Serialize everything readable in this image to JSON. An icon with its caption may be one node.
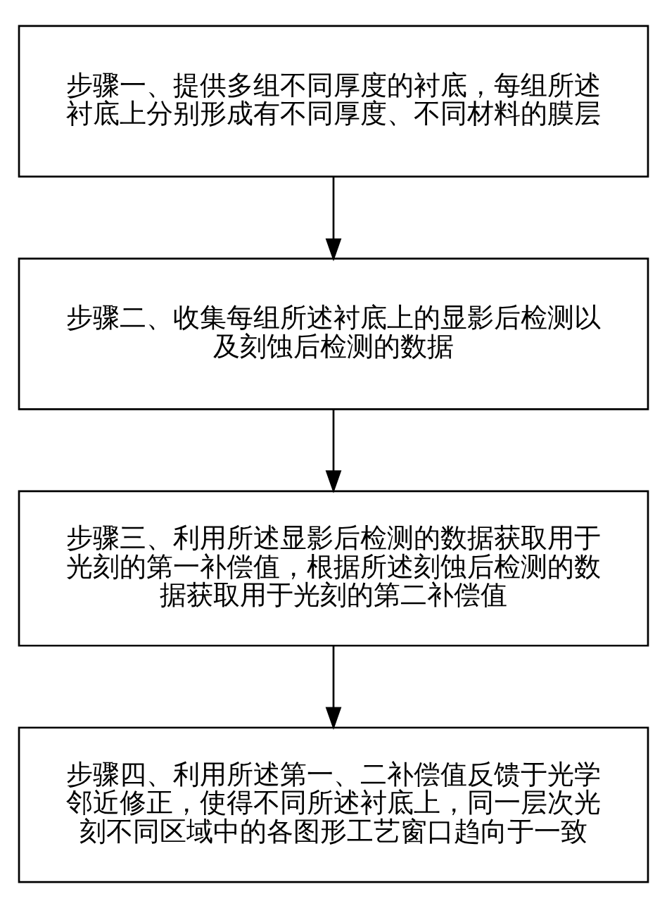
{
  "diagram": {
    "nodes": [
      {
        "text": [
          "步骤一、提供多组不同厚度的衬底，每组所述衬底上分别形成有不同厚度、不同材料的膜层"
        ]
      },
      {
        "text": [
          "步骤二、收集每组所述衬底上的显影后检测以及刻蚀后检测的数据"
        ]
      },
      {
        "text": [
          "步骤三、利用所述显影后检测的数据获取用于光刻的第一补偿值，根据所述刻蚀后检测的数据获取用于光刻的第二补偿值"
        ]
      },
      {
        "text": [
          "步骤四、利用所述第一、二补偿值反馈于光学邻近修正，使得不同所述衬底上，同一层次光刻不同区域中的各图形工艺窗口趋向于一致"
        ]
      }
    ],
    "edges": [
      {
        "from": 0,
        "to": 1,
        "arrow": "to"
      },
      {
        "from": 1,
        "to": 2,
        "arrow": "to"
      },
      {
        "from": 2,
        "to": 3,
        "arrow": "to"
      }
    ]
  }
}
